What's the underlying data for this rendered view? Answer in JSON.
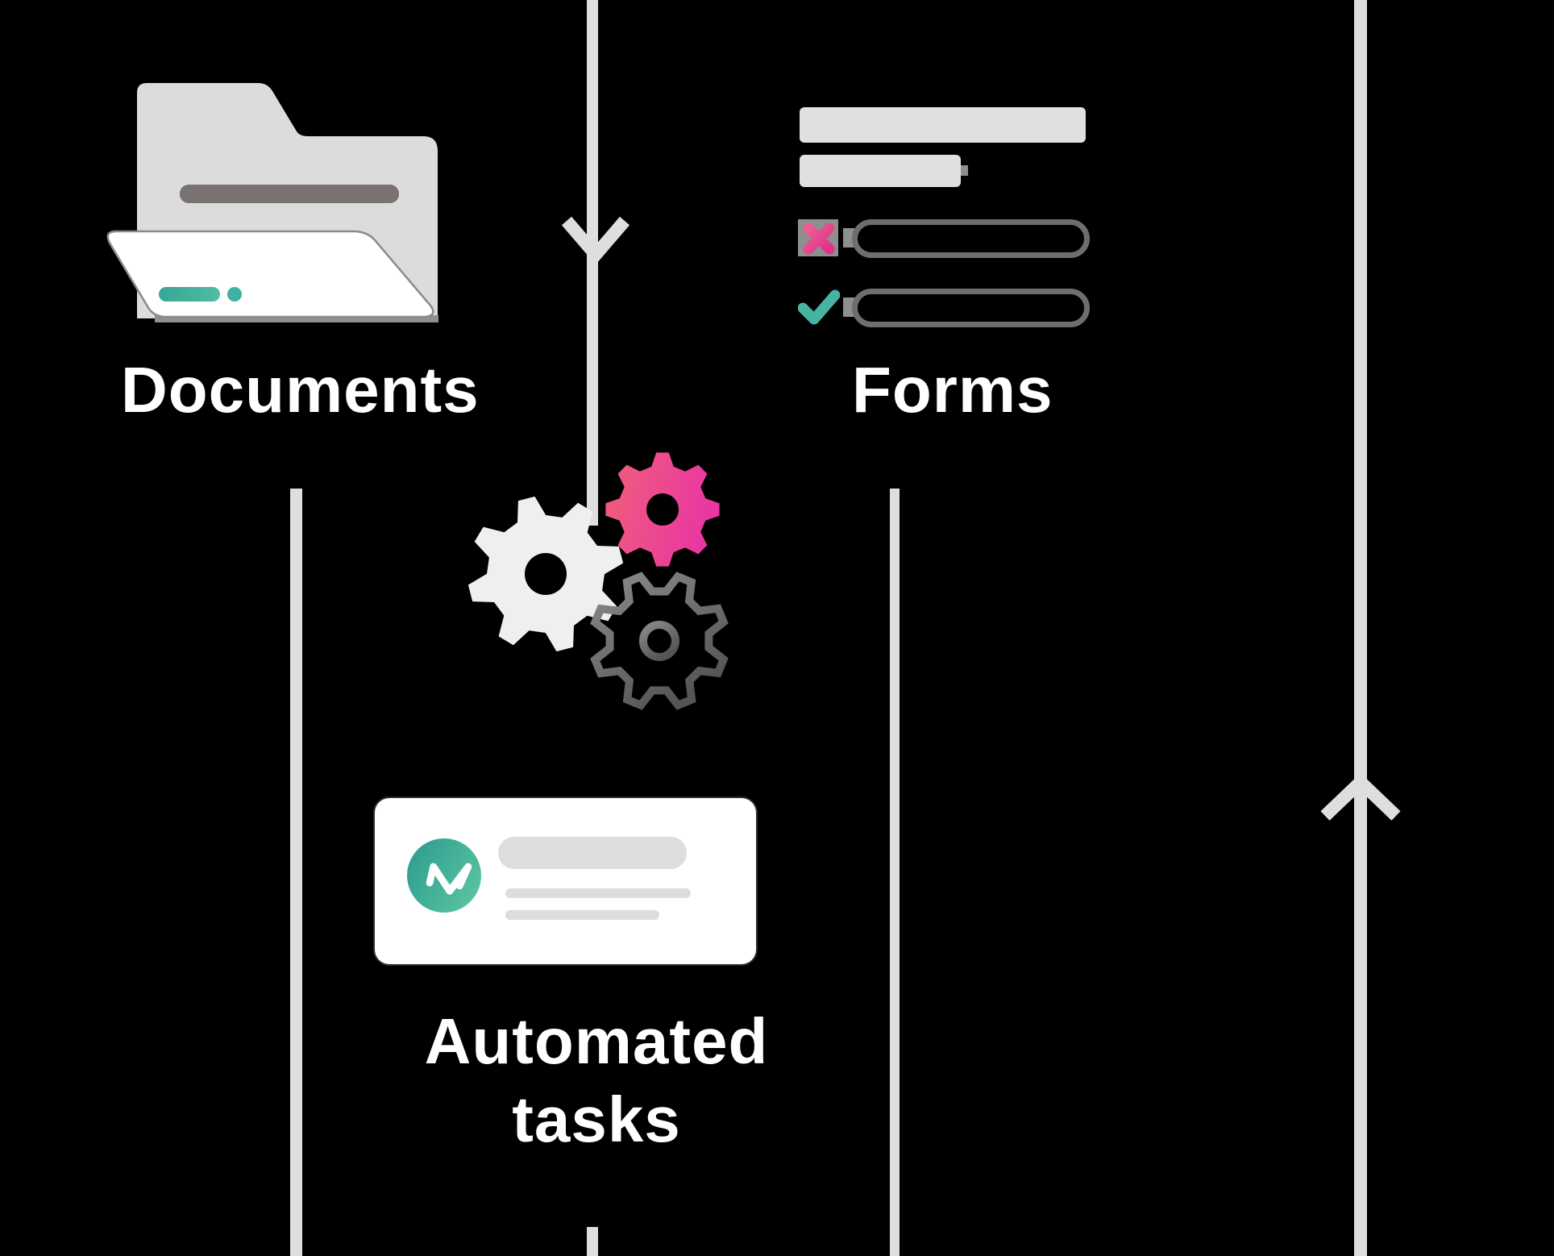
{
  "background_color": "#000000",
  "labels": {
    "documents": "Documents",
    "forms": "Forms",
    "automated_line1": "Automated",
    "automated_line2": "tasks"
  },
  "colors": {
    "text": "#FFFFFF",
    "flow_line": "#DEDEDE",
    "folder_back": "#DCDCDC",
    "folder_bar": "#7A7270",
    "folder_front": "#FFFFFF",
    "folder_front_border": "#8A8A8A",
    "folder_shadow": "#8F8F8F",
    "teal_accent": "#3DB2A2",
    "teal_gradient_start": "#35A894",
    "teal_gradient_end": "#4FBCA5",
    "form_bar": "#E0E0E0",
    "form_field_outline": "#6E6E6E",
    "form_icon_backing": "#8F8F8F",
    "cross_gradient_start": "#EC5E92",
    "cross_gradient_end": "#E03289",
    "check_mark": "#46B3A3",
    "gear_white": "#EFEFEF",
    "gear_pink_start": "#F0607A",
    "gear_pink_end": "#E936A2",
    "gear_dark_start": "#8A8A8A",
    "gear_dark_end": "#555555",
    "card_bg": "#FFFFFF",
    "card_bar": "#DDDDDD",
    "logo_gradient_start": "#2F9E90",
    "logo_gradient_end": "#5BC4A1"
  },
  "icons": {
    "folder": "folder-icon",
    "form": "form-icon",
    "cross": "x-mark-icon",
    "check": "check-mark-icon",
    "gears": "gears-icon",
    "logo": "workflow-logo-icon",
    "arrow_down": "arrow-down-icon",
    "arrow_up": "arrow-up-icon"
  }
}
